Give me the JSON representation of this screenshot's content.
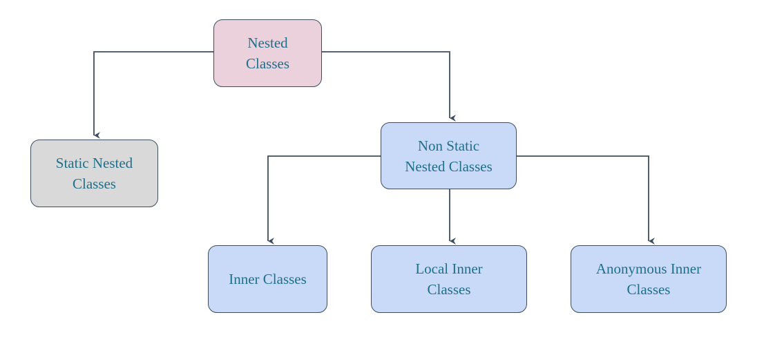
{
  "colors": {
    "text": "#1f6f8b",
    "border": "#3d4c5e",
    "connector": "#3d4c5e",
    "root_fill": "#ead1dc",
    "static_fill": "#d9d9d9",
    "nonstatic_fill": "#c9daf8"
  },
  "nodes": {
    "root": {
      "line1": "Nested",
      "line2": "Classes"
    },
    "static_nested": {
      "line1": "Static Nested",
      "line2": "Classes"
    },
    "non_static_nested": {
      "line1": "Non Static",
      "line2": "Nested Classes"
    },
    "inner": {
      "line1": "Inner Classes"
    },
    "local_inner": {
      "line1": "Local Inner",
      "line2": "Classes"
    },
    "anonymous_inner": {
      "line1": "Anonymous Inner",
      "line2": "Classes"
    }
  },
  "edges": [
    {
      "from": "root",
      "to": "static_nested"
    },
    {
      "from": "root",
      "to": "non_static_nested"
    },
    {
      "from": "non_static_nested",
      "to": "inner"
    },
    {
      "from": "non_static_nested",
      "to": "local_inner"
    },
    {
      "from": "non_static_nested",
      "to": "anonymous_inner"
    }
  ]
}
